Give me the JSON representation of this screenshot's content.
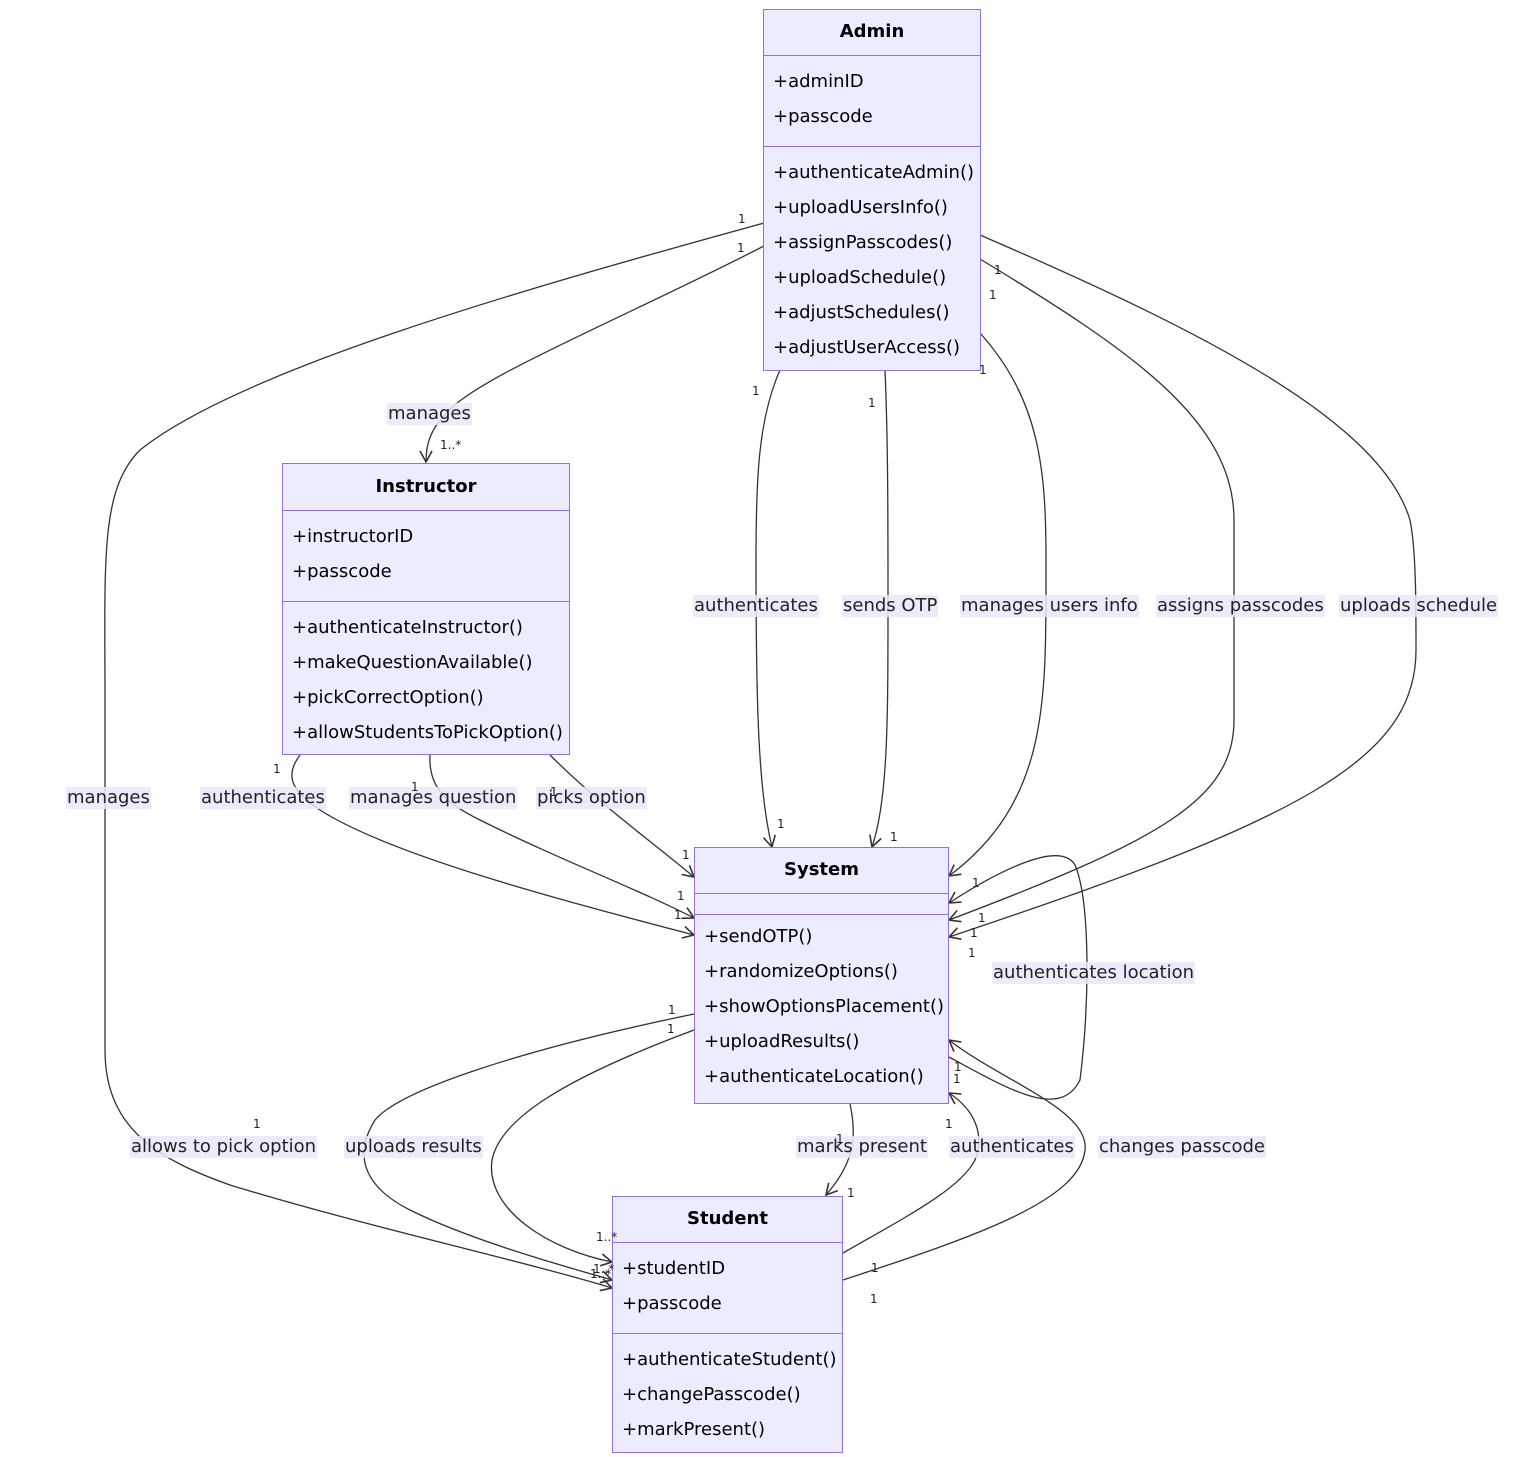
{
  "classes": {
    "admin": {
      "name": "Admin",
      "attributes": [
        "+adminID",
        "+passcode"
      ],
      "methods": [
        "+authenticateAdmin()",
        "+uploadUsersInfo()",
        "+assignPasscodes()",
        "+uploadSchedule()",
        "+adjustSchedules()",
        "+adjustUserAccess()"
      ]
    },
    "instructor": {
      "name": "Instructor",
      "attributes": [
        "+instructorID",
        "+passcode"
      ],
      "methods": [
        "+authenticateInstructor()",
        "+makeQuestionAvailable()",
        "+pickCorrectOption()",
        "+allowStudentsToPickOption()"
      ]
    },
    "system": {
      "name": "System",
      "attributes": [],
      "methods": [
        "+sendOTP()",
        "+randomizeOptions()",
        "+showOptionsPlacement()",
        "+uploadResults()",
        "+authenticateLocation()"
      ]
    },
    "student": {
      "name": "Student",
      "attributes": [
        "+studentID",
        "+passcode"
      ],
      "methods": [
        "+authenticateStudent()",
        "+changePasscode()",
        "+markPresent()"
      ]
    }
  },
  "relations": [
    {
      "id": "admin-manages-instructor",
      "label": "manages",
      "from_mult": "1",
      "to_mult": "1..*"
    },
    {
      "id": "admin-manages-student",
      "label": "manages",
      "from_mult": "1",
      "to_mult": "1..*"
    },
    {
      "id": "admin-authenticates-system",
      "label": "authenticates",
      "from_mult": "1",
      "to_mult": "1"
    },
    {
      "id": "admin-sends-otp",
      "label": "sends OTP",
      "from_mult": "1",
      "to_mult": "1"
    },
    {
      "id": "admin-manages-users-info",
      "label": "manages users info",
      "from_mult": "1",
      "to_mult": "1"
    },
    {
      "id": "admin-assigns-passcodes",
      "label": "assigns passcodes",
      "from_mult": "1",
      "to_mult": "1"
    },
    {
      "id": "admin-uploads-schedule",
      "label": "uploads schedule",
      "from_mult": "1",
      "to_mult": "1"
    },
    {
      "id": "instructor-authenticates",
      "label": "authenticates",
      "from_mult": "1",
      "to_mult": "1"
    },
    {
      "id": "instructor-manages-question",
      "label": "manages question",
      "from_mult": "1",
      "to_mult": "1"
    },
    {
      "id": "instructor-picks-option",
      "label": "picks option",
      "from_mult": "1",
      "to_mult": "1"
    },
    {
      "id": "instructor-allows-pick",
      "label": "allows to pick option",
      "from_mult": "1",
      "to_mult": "1..*"
    },
    {
      "id": "system-uploads-results",
      "label": "uploads results",
      "from_mult": "1",
      "to_mult": "1..*"
    },
    {
      "id": "system-marks-present",
      "label": "marks present",
      "from_mult": "1",
      "to_mult": "1"
    },
    {
      "id": "student-authenticates",
      "label": "authenticates",
      "from_mult": "1",
      "to_mult": "1"
    },
    {
      "id": "student-changes-passcode",
      "label": "changes passcode",
      "from_mult": "1",
      "to_mult": "1"
    },
    {
      "id": "system-authenticates-location",
      "label": "authenticates location",
      "from_mult": "1",
      "to_mult": "1"
    }
  ]
}
